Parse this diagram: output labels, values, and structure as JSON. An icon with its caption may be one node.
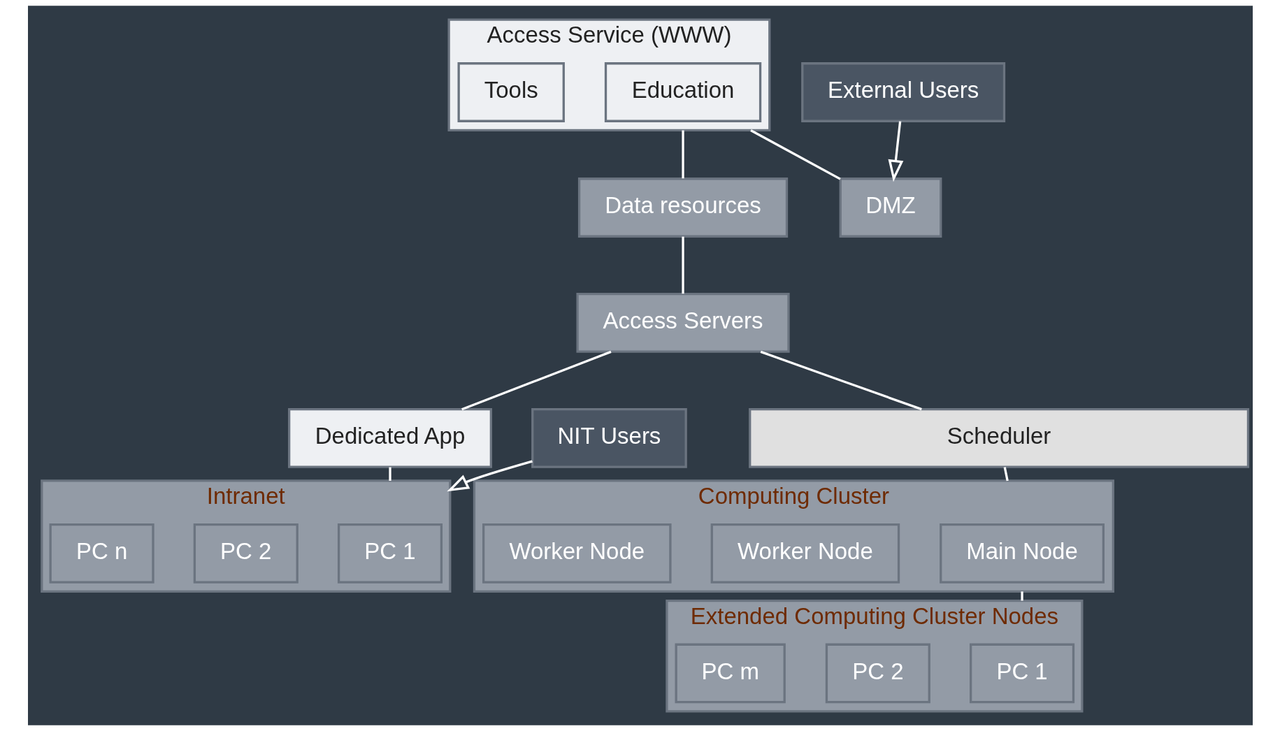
{
  "diagram": {
    "nodes": [
      {
        "text": [
          "Access Service (WWW)"
        ]
      },
      {
        "text": [
          "Education"
        ],
        "in": 0
      },
      {
        "text": [
          "Tools"
        ],
        "in": 0
      },
      {
        "text": [
          "Data resources"
        ]
      },
      {
        "text": [
          "Access Servers"
        ]
      },
      {
        "text": [
          "Dedicated App"
        ]
      },
      {
        "text": [
          "Scheduler"
        ]
      },
      {
        "text": [
          "Computing Cluster"
        ]
      },
      {
        "text": [
          "Main Node"
        ],
        "in": 7
      },
      {
        "text": [
          "Worker Node"
        ],
        "in": 7
      },
      {
        "text": [
          "Worker Node"
        ],
        "in": 7
      },
      {
        "text": [
          "Extended Computing Cluster Nodes"
        ]
      },
      {
        "text": [
          "PC 1"
        ],
        "in": 11
      },
      {
        "text": [
          "PC 2"
        ],
        "in": 11
      },
      {
        "text": [
          "PC m"
        ],
        "in": 11
      },
      {
        "text": [
          "Intranet"
        ]
      },
      {
        "text": [
          "PC 1"
        ],
        "in": 15
      },
      {
        "text": [
          "PC 2"
        ],
        "in": 15
      },
      {
        "text": [
          "PC n"
        ],
        "in": 15
      },
      {
        "text": [
          "DMZ"
        ]
      },
      {
        "text": [
          "External Users"
        ]
      },
      {
        "text": [
          "NIT Users"
        ]
      }
    ],
    "edges": [
      {
        "from": 0,
        "to": 3,
        "arrow": "none"
      },
      {
        "from": 3,
        "to": 4,
        "arrow": "none"
      },
      {
        "from": 4,
        "to": 5,
        "arrow": "none"
      },
      {
        "from": 0,
        "to": 19,
        "arrow": "none"
      },
      {
        "from": 4,
        "to": 6,
        "arrow": "none"
      },
      {
        "from": 6,
        "to": 7,
        "arrow": "none"
      },
      {
        "from": 5,
        "to": 15,
        "arrow": "none"
      },
      {
        "from": 7,
        "to": 11,
        "arrow": "none"
      },
      {
        "from": 20,
        "to": 19,
        "arrow": "to"
      },
      {
        "from": 21,
        "to": 15,
        "arrow": "to"
      }
    ]
  }
}
